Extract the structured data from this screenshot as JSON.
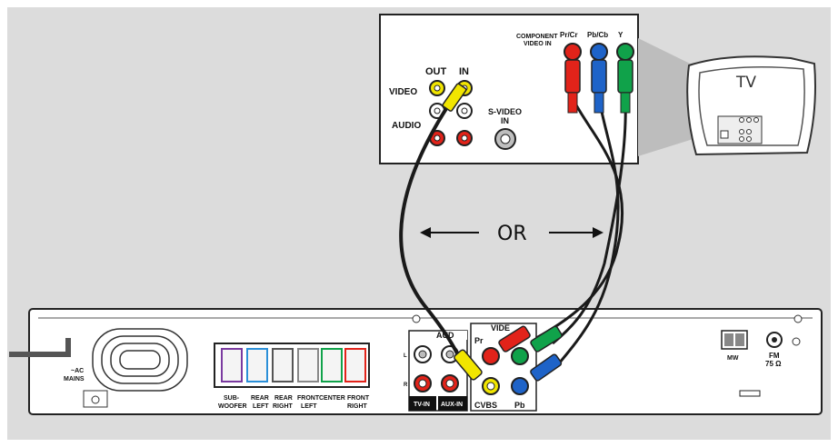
{
  "tv_panel": {
    "component_label_1": "COMPONENT",
    "component_label_2": "VIDEO IN",
    "pr_cr": "Pr/Cr",
    "pb_cb": "Pb/Cb",
    "y": "Y",
    "out": "OUT",
    "in": "IN",
    "video": "VIDEO",
    "audio": "AUDIO",
    "svideo_1": "S-VIDEO",
    "svideo_2": "IN"
  },
  "tv": {
    "label": "TV"
  },
  "or_label": "OR",
  "rear_panel": {
    "ac_1": "~AC",
    "ac_2": "MAINS",
    "speakers": {
      "sub_1": "SUB-",
      "sub_2": "WOOFER",
      "rl_1": "REAR",
      "rl_2": "LEFT",
      "rr_1": "REAR",
      "rr_2": "RIGHT",
      "fl_1": "FRONT",
      "fl_2": "LEFT",
      "center": "CENTER",
      "fr_1": "FRONT",
      "fr_2": "RIGHT"
    },
    "audio_label": "AUD",
    "video_label": "VIDE",
    "l": "L",
    "r": "R",
    "tv_in": "TV-IN",
    "aux_in": "AUX-IN",
    "cvbs": "CVBS",
    "pr": "Pr",
    "pb": "Pb",
    "mw": "MW",
    "fm_1": "FM",
    "fm_2": "75 Ω"
  },
  "colors": {
    "background": "#dcdcdc",
    "yellow": "#f1e500",
    "red": "#e2231a",
    "blue": "#1e63c8",
    "green": "#10a24a",
    "cable": "#1a1a1a"
  }
}
